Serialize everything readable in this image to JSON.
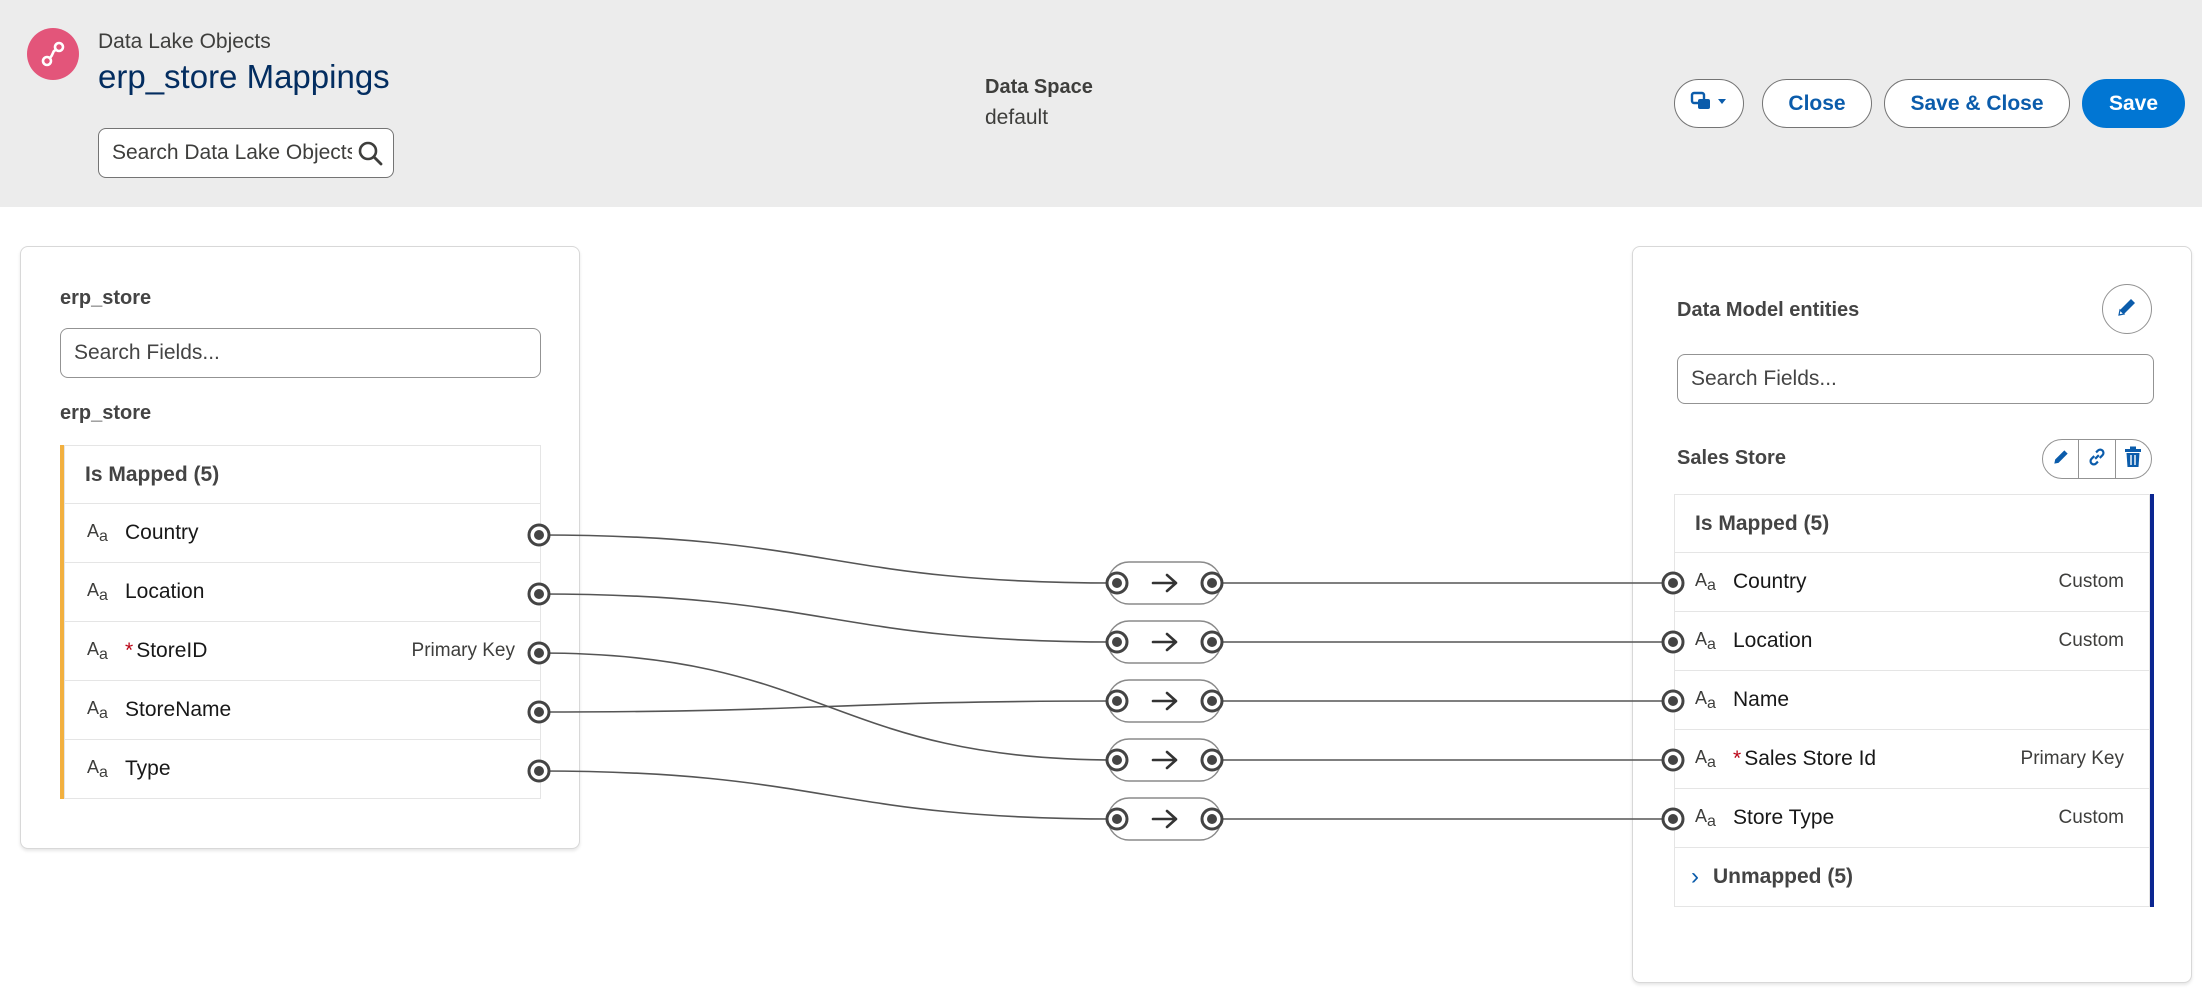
{
  "header": {
    "breadcrumb": "Data Lake Objects",
    "title": "erp_store Mappings",
    "search_placeholder": "Search Data Lake Objects",
    "data_space_label": "Data Space",
    "data_space_value": "default",
    "close_label": "Close",
    "save_close_label": "Save & Close",
    "save_label": "Save",
    "logo_icon": "data-stream-icon",
    "brand_color": "#0176d3",
    "logo_color": "#e3557a"
  },
  "left_panel": {
    "title": "erp_store",
    "search_placeholder": "Search Fields...",
    "object_name": "erp_store",
    "group_label": "Is Mapped (5)",
    "accent_color": "#f2b03f",
    "fields": [
      {
        "name": "Country",
        "type_icon": "Aa",
        "tag": "",
        "required": false
      },
      {
        "name": "Location",
        "type_icon": "Aa",
        "tag": "",
        "required": false
      },
      {
        "name": "StoreID",
        "type_icon": "Aa",
        "tag": "Primary Key",
        "required": true
      },
      {
        "name": "StoreName",
        "type_icon": "Aa",
        "tag": "",
        "required": false
      },
      {
        "name": "Type",
        "type_icon": "Aa",
        "tag": "",
        "required": false
      }
    ]
  },
  "right_panel": {
    "title": "Data Model entities",
    "search_placeholder": "Search Fields...",
    "entity_name": "Sales Store",
    "group_label": "Is Mapped (5)",
    "unmapped_label": "Unmapped (5)",
    "accent_color": "#0b2691",
    "fields": [
      {
        "name": "Country",
        "type_icon": "Aa",
        "tag": "Custom",
        "required": false
      },
      {
        "name": "Location",
        "type_icon": "Aa",
        "tag": "Custom",
        "required": false
      },
      {
        "name": "Name",
        "type_icon": "Aa",
        "tag": "",
        "required": false
      },
      {
        "name": "Sales Store Id",
        "type_icon": "Aa",
        "tag": "Primary Key",
        "required": true
      },
      {
        "name": "Store Type",
        "type_icon": "Aa",
        "tag": "Custom",
        "required": false
      }
    ]
  },
  "mappings": [
    {
      "from": "Country",
      "to": "Country"
    },
    {
      "from": "Location",
      "to": "Location"
    },
    {
      "from": "StoreName",
      "to": "Name"
    },
    {
      "from": "StoreID",
      "to": "Sales Store Id"
    },
    {
      "from": "Type",
      "to": "Store Type"
    }
  ]
}
